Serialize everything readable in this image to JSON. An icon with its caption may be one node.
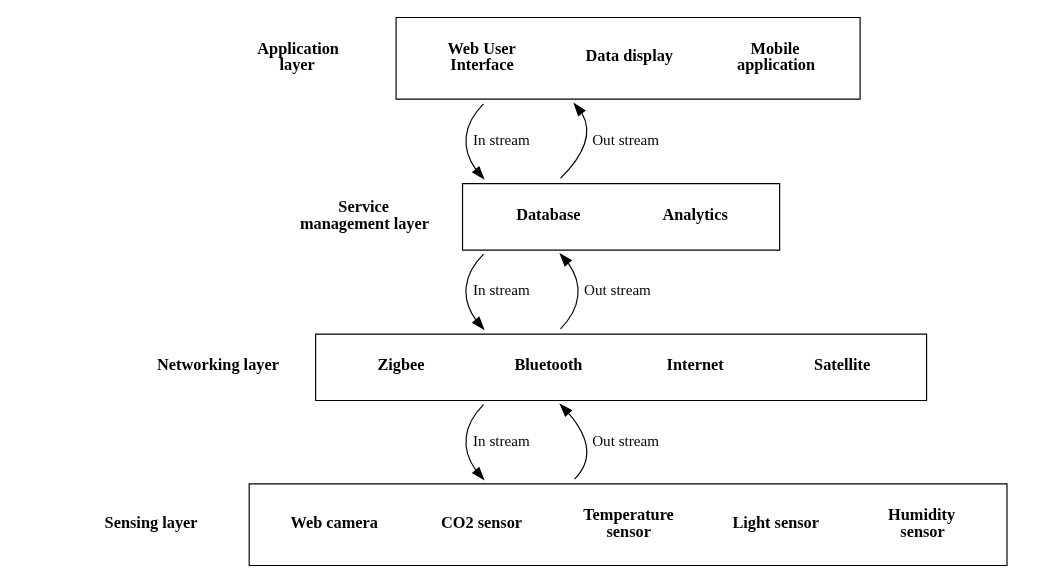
{
  "diagram": {
    "nodes": [
      {
        "text": [
          "Application layer",
          "Web User Interface",
          "Data display",
          "Mobile application"
        ]
      },
      {
        "text": [
          "Service management layer",
          "Database",
          "Analytics"
        ]
      },
      {
        "text": [
          "Networking layer",
          "Zigbee",
          "Bluetooth",
          "Internet",
          "Satellite"
        ]
      },
      {
        "text": [
          "Sensing layer",
          "Web camera",
          "CO2 sensor",
          "Temperature sensor",
          "Light sensor",
          "Humidity sensor"
        ]
      }
    ],
    "edges": [
      {
        "from": 0,
        "to": 1,
        "arrow": "to",
        "label": "In stream"
      },
      {
        "from": 1,
        "to": 0,
        "arrow": "to",
        "label": "Out stream"
      },
      {
        "from": 1,
        "to": 2,
        "arrow": "to",
        "label": "In stream"
      },
      {
        "from": 2,
        "to": 1,
        "arrow": "to",
        "label": "Out stream"
      },
      {
        "from": 2,
        "to": 3,
        "arrow": "to",
        "label": "In stream"
      },
      {
        "from": 3,
        "to": 2,
        "arrow": "to",
        "label": "Out stream"
      }
    ]
  }
}
